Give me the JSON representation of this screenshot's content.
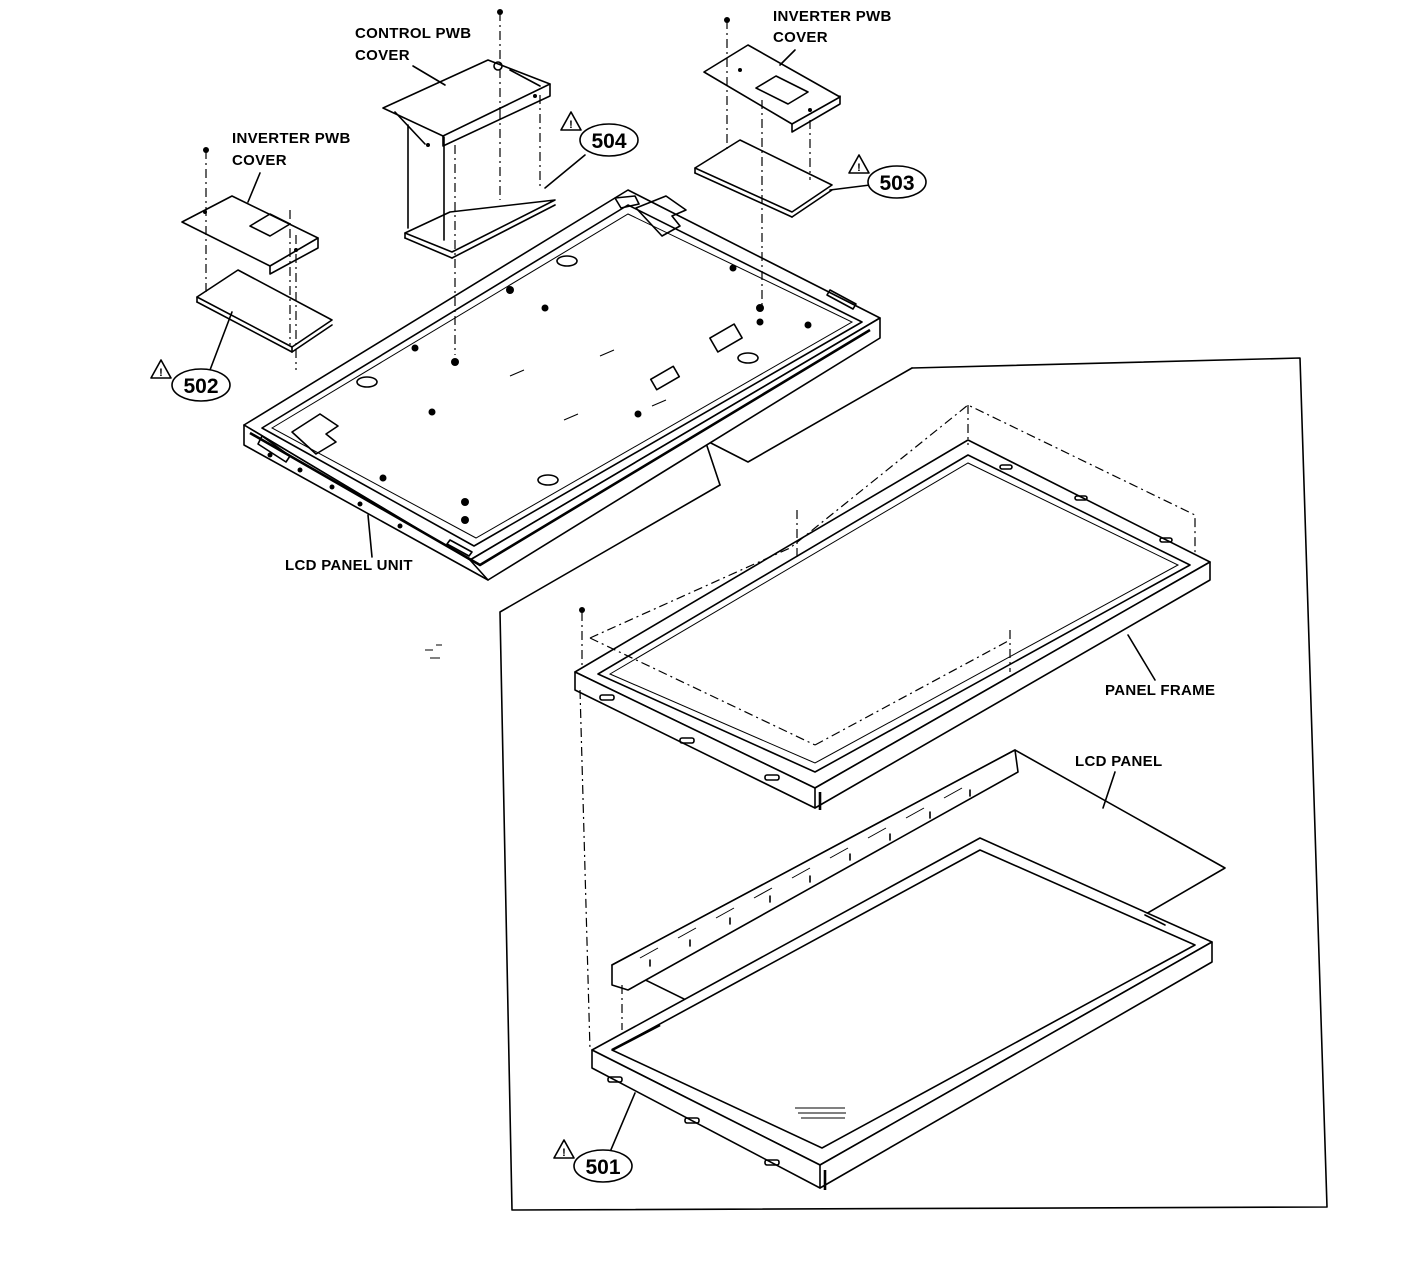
{
  "labels": {
    "control_pwb_cover": [
      "CONTROL PWB",
      "COVER"
    ],
    "inverter_pwb_cover_left": [
      "INVERTER PWB",
      "COVER"
    ],
    "inverter_pwb_cover_right": [
      "INVERTER PWB",
      "COVER"
    ],
    "lcd_panel_unit": "LCD PANEL UNIT",
    "panel_frame": "PANEL FRAME",
    "lcd_panel": "LCD PANEL"
  },
  "callouts": {
    "c501": "501",
    "c502": "502",
    "c503": "503",
    "c504": "504"
  },
  "warning_glyph": "!"
}
